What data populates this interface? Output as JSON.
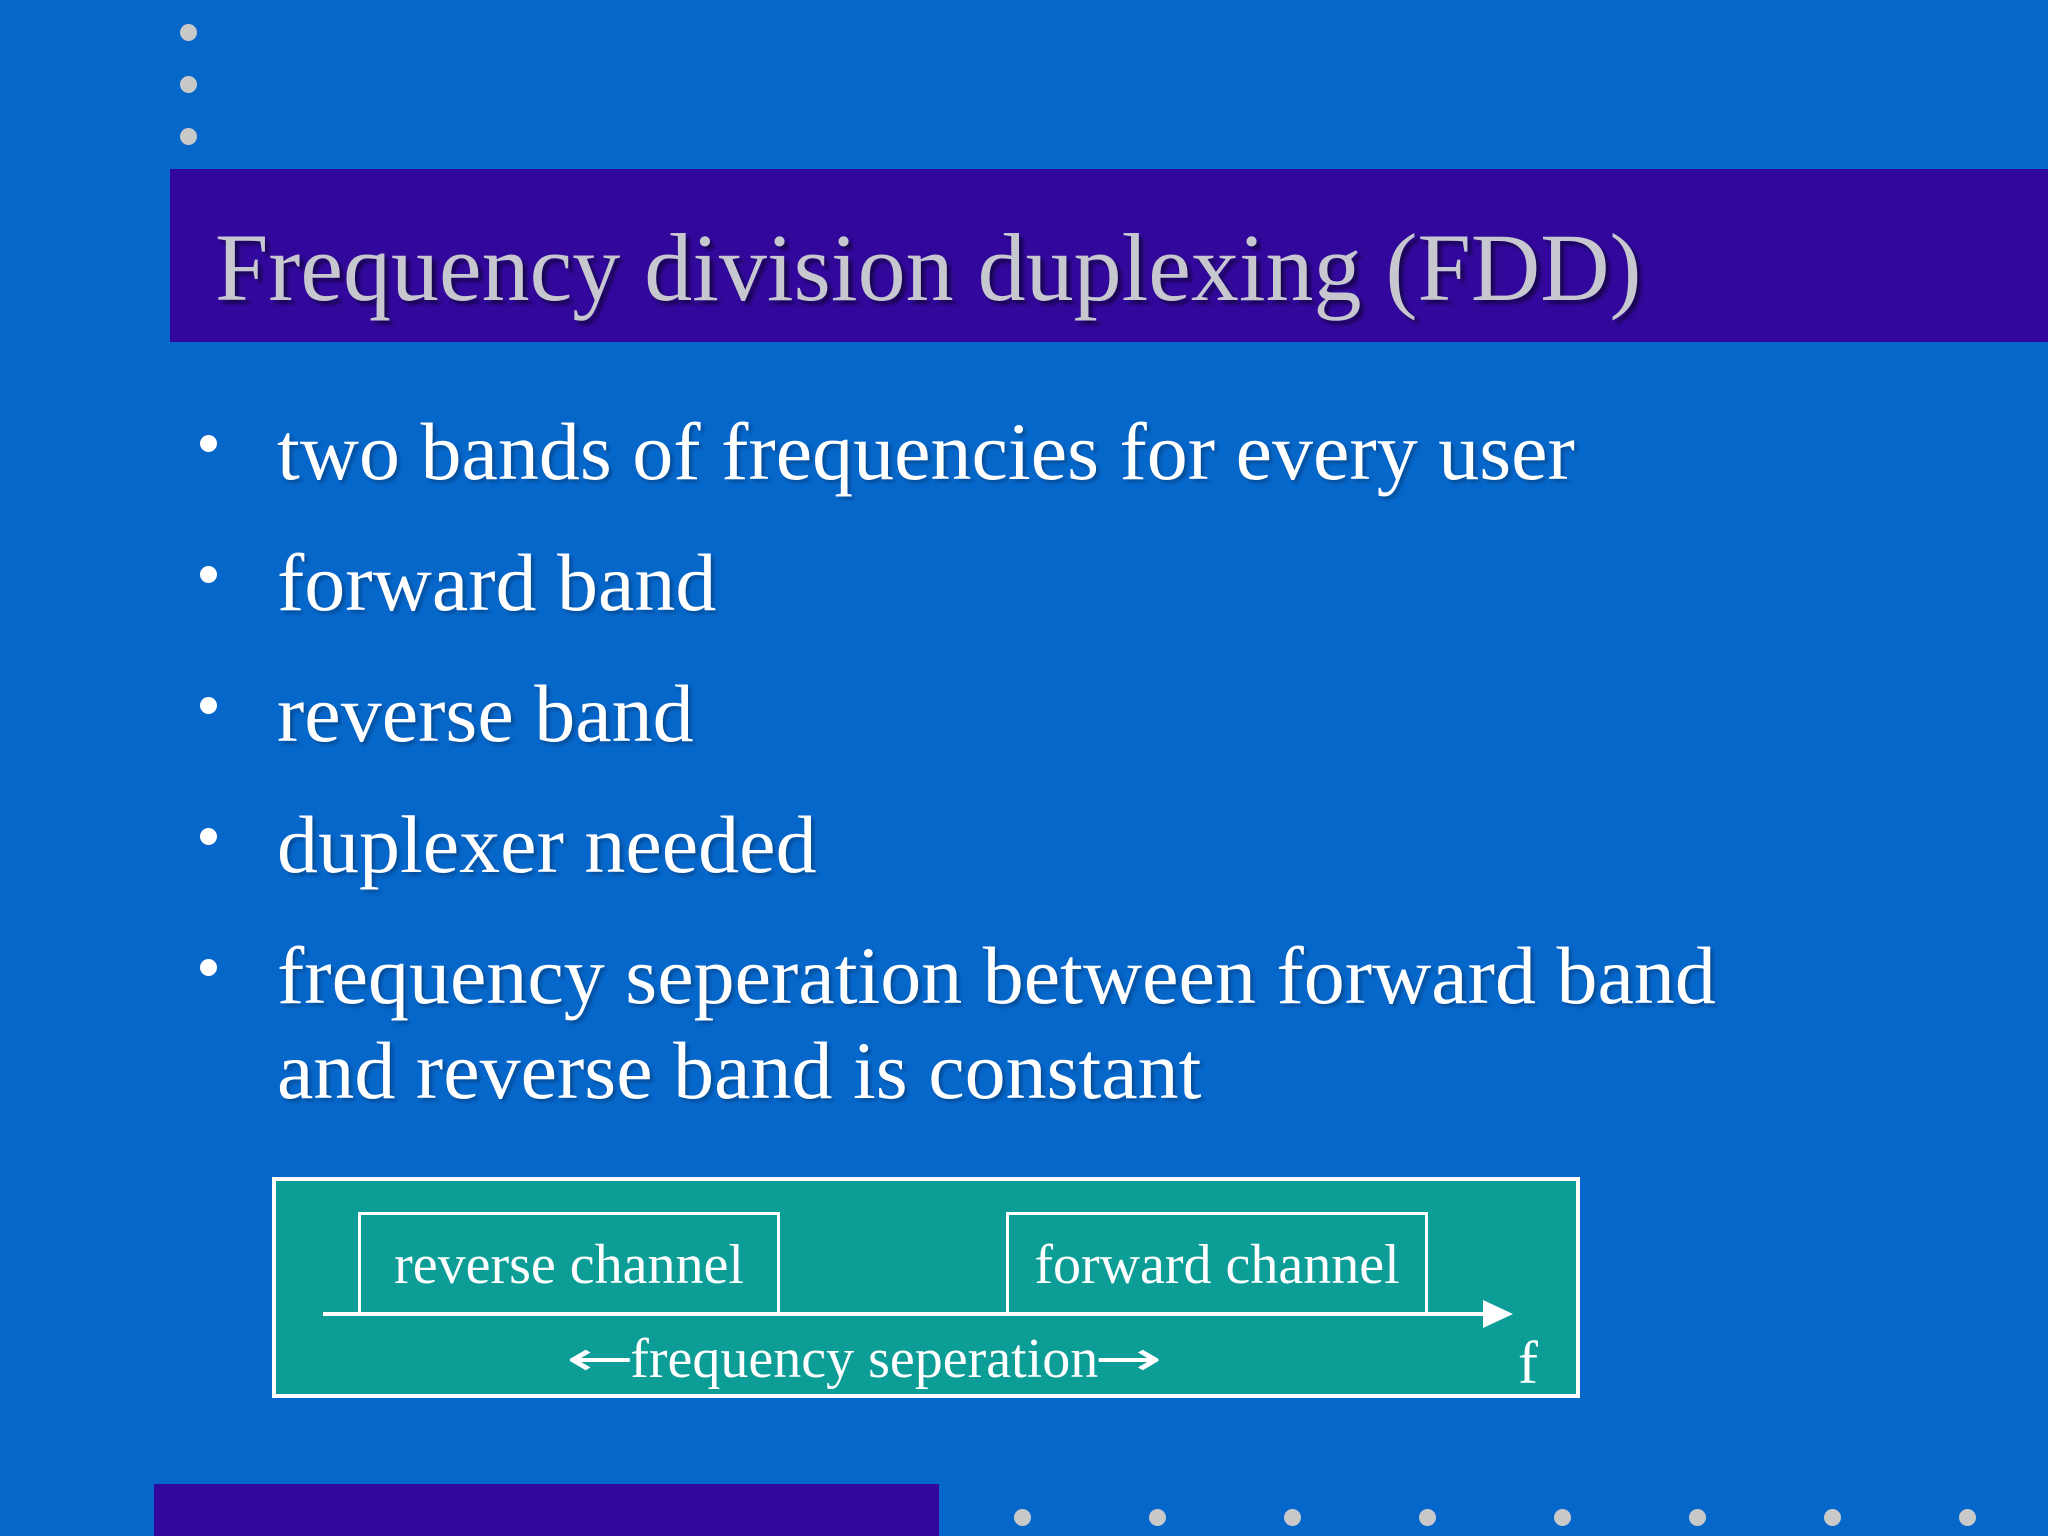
{
  "slide": {
    "title": "Frequency division duplexing (FDD)",
    "bullets": [
      "two bands of frequencies for every user",
      "forward band",
      "reverse band",
      "duplexer needed",
      "frequency seperation between forward band\nand reverse band is constant"
    ],
    "diagram": {
      "reverse_channel_label": "reverse channel",
      "forward_channel_label": "forward channel",
      "separation_label": "frequency seperation",
      "arrow_left": "←",
      "arrow_right": "→",
      "axis_label": "f"
    },
    "decor": {
      "top_dot_count": 3,
      "bottom_dot_count": 8
    },
    "colors": {
      "background": "#0667CB",
      "accent_bar": "#31089B",
      "diagram_fill": "#0D9D97",
      "title_text": "#C7C7CF",
      "body_text": "#FFFFFF",
      "dot": "#C9C9C9"
    }
  }
}
